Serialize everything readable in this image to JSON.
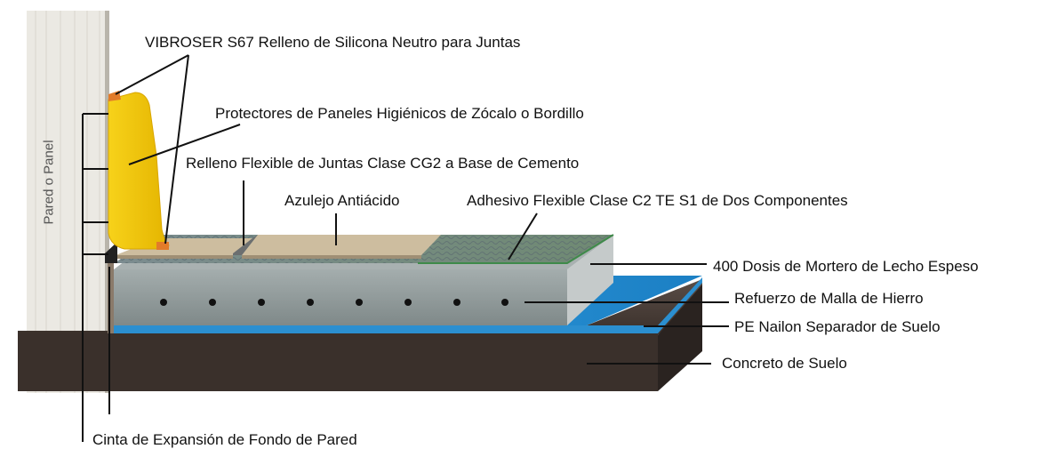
{
  "wall_label": "Pared o Panel",
  "labels": {
    "silicone": "VIBROSER S67 Relleno de Silicona Neutro para Juntas",
    "skirting": "Protectores de Paneles Higiénicos de Zócalo o Bordillo",
    "joint_filler": "Relleno Flexible de Juntas Clase CG2 a Base de Cemento",
    "tile": "Azulejo Antiácido",
    "adhesive": "Adhesivo Flexible Clase C2 TE S1 de Dos Componentes",
    "mortar": "400 Dosis de Mortero de Lecho Espeso",
    "mesh": "Refuerzo de Malla de Hierro",
    "nylon": "PE Nailon Separador de Suelo",
    "concrete": "Concreto de Suelo",
    "expansion_tape": "Cinta de Expansión de Fondo de Pared"
  },
  "colors": {
    "wall": "#ebe9e3",
    "concrete": "#3a302b",
    "nylon": "#1e90d6",
    "mortar": "#8c9696",
    "tile": "#c9b89b",
    "skirting": "#f2c200"
  }
}
